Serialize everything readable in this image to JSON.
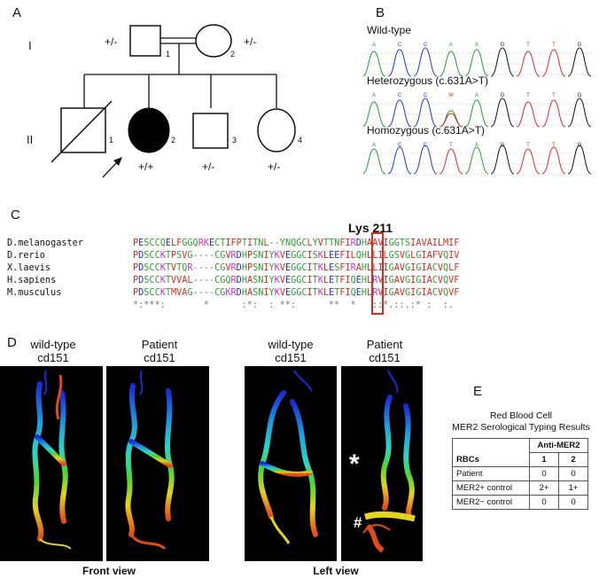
{
  "panels": {
    "a": "A",
    "b": "B",
    "c": "C",
    "d": "D",
    "e": "E"
  },
  "pedigree": {
    "generations": [
      "I",
      "II"
    ],
    "gen1": [
      {
        "num": "1",
        "genotype": "+/-"
      },
      {
        "num": "2",
        "genotype": "+/-"
      }
    ],
    "gen2": [
      {
        "num": "1",
        "genotype": ""
      },
      {
        "num": "2",
        "genotype": "+/+"
      },
      {
        "num": "3",
        "genotype": "+/-"
      },
      {
        "num": "4",
        "genotype": "+/-"
      }
    ]
  },
  "chromatograms": {
    "bases": [
      "A",
      "C",
      "C",
      "A",
      "A",
      "G",
      "T",
      "T",
      "G"
    ],
    "het_bases": [
      "A",
      "C",
      "C",
      "W",
      "A",
      "G",
      "T",
      "T",
      "G"
    ],
    "hom_bases": [
      "A",
      "C",
      "C",
      "T",
      "A",
      "G",
      "T",
      "T",
      "G"
    ],
    "tracks": [
      {
        "label": "Wild-type"
      },
      {
        "label": "Heterozygous (c.631A>T)"
      },
      {
        "label": "Homozygous (c.631A>T)"
      }
    ]
  },
  "alignment": {
    "highlight_label": "Lys 211",
    "species": [
      "D.melanogaster",
      "D.rerio",
      "X.laevis",
      "H.sapiens",
      "M.musculus"
    ],
    "sequences": [
      "PESCCQELFGGQRKECTIFPTITNL--YNQGCLYVTTNFIRDHAAVIGGTSIAVAILMIF",
      "PDSCCKTPSVG----CGVRDHPSNIYKVEGGCISKLEEFILQHLLILGSVGLGIAFVQIV",
      "PDSCCKTVTQR----CGVRDHPSNIYKVEGGCITKLESFIRAHLLIIGAVGIGIACVQLF",
      "PDSCCKTVVAL----CGQRDHASNIYKVEGGCITKLETFIQEHLRVIGAVGIGIACVQVF",
      "PDSCCKTMVAG----CGKRDHASNIYKVEGGCITKLETFIQEHLRVIGAVGIGIACVQVF"
    ],
    "conservation": "*:***:       *      :*:  : **:      **  *   ::*.::.:* :  :."
  },
  "structures": {
    "titles": [
      "wild-type\ncd151",
      "Patient\ncd151",
      "wild-type\ncd151",
      "Patient\ncd151"
    ],
    "view_labels": [
      "Front view",
      "Left view"
    ],
    "markers": [
      "*",
      "#"
    ]
  },
  "table": {
    "title": "Red Blood Cell\nMER2 Serological Typing Results",
    "col_group": "Anti-MER2",
    "rbcs_header": "RBCs",
    "cols": [
      "1",
      "2"
    ],
    "rows": [
      {
        "label": "Patient",
        "v1": "0",
        "v2": "0"
      },
      {
        "label": "MER2+ control",
        "v1": "2+",
        "v2": "1+"
      },
      {
        "label": "MER2− control",
        "v1": "0",
        "v2": "0"
      }
    ]
  }
}
